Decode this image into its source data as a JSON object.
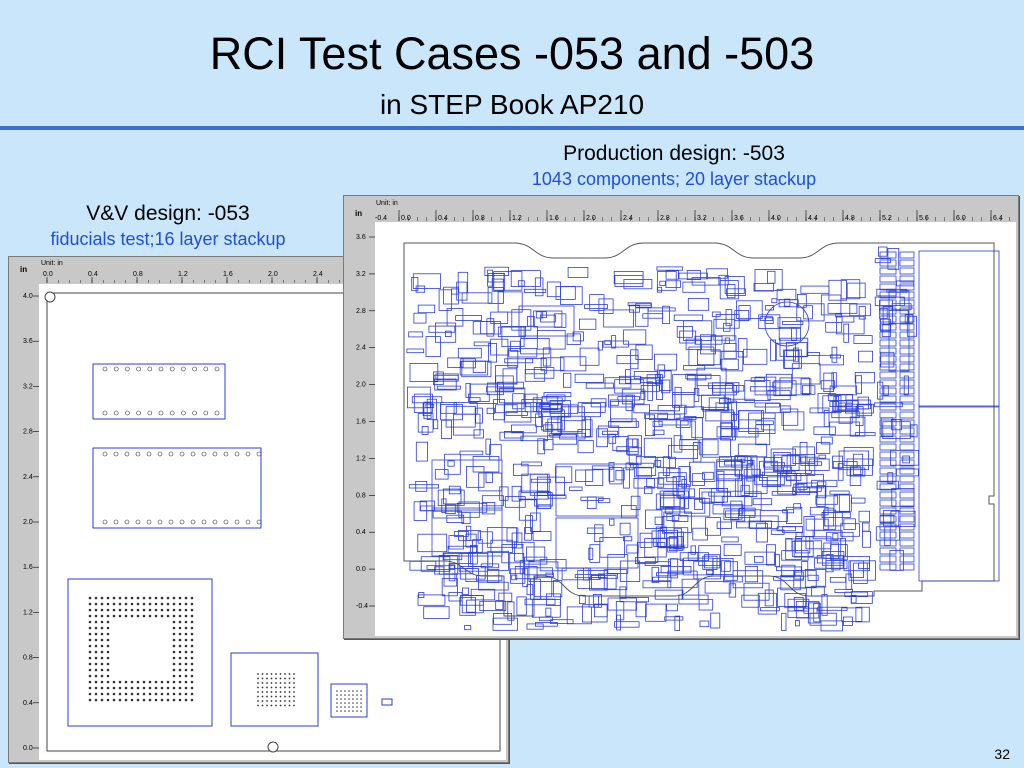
{
  "slide": {
    "title": "RCI Test Cases -053 and -503",
    "subtitle": "in STEP Book AP210",
    "slide_number": "32"
  },
  "vv_design": {
    "caption": "V&V design: -053",
    "subcaption": "fiducials test;16 layer stackup",
    "viewer": {
      "corner_label": "in",
      "unit_label": "Unit: in",
      "x_ticks": [
        "0.0",
        "0.4",
        "0.8",
        "1.2",
        "1.6",
        "2.0",
        "2.4"
      ],
      "y_ticks": [
        "4.0",
        "3.6",
        "3.2",
        "2.8",
        "2.4",
        "2.0",
        "1.6",
        "1.2",
        "0.8",
        "0.4",
        "0.0"
      ]
    }
  },
  "production_design": {
    "caption": "Production design: -503",
    "subcaption": "1043 components; 20 layer stackup",
    "viewer": {
      "corner_label": "in",
      "unit_label": "Unit: in",
      "x_ticks": [
        "0.0",
        "0.4",
        "0.8",
        "1.2",
        "1.6",
        "2.0",
        "2.4",
        "2.8",
        "3.2",
        "3.6",
        "4.0",
        "4.4",
        "4.8",
        "5.2",
        "5.6",
        "6.0",
        "6.4"
      ],
      "x_tick_first": "-0.4",
      "y_ticks": [
        "3.6",
        "3.2",
        "2.8",
        "2.4",
        "2.0",
        "1.6",
        "1.2",
        "0.8",
        "0.4",
        "0.0",
        "-0.4"
      ]
    }
  },
  "colors": {
    "component_outline": "#2a3fd6",
    "board_outline": "#555555",
    "background": "#c9e6fb",
    "accent_rule": "#3b6fd0"
  }
}
